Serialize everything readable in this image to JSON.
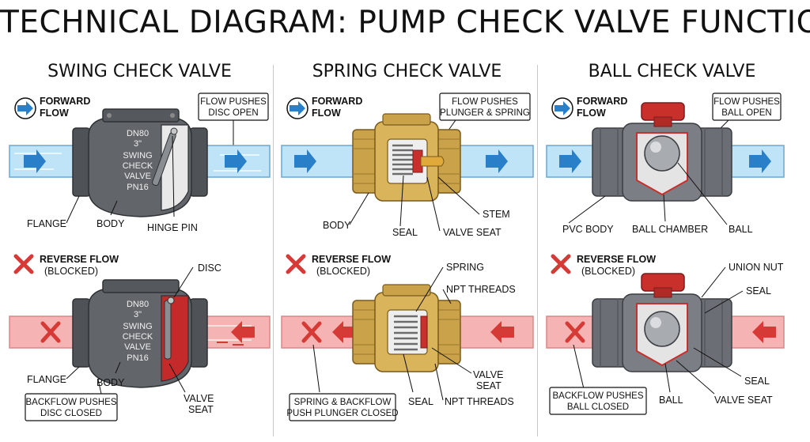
{
  "title": "TECHNICAL DIAGRAM: PUMP CHECK VALVE FUNCTION",
  "colors": {
    "water": "#bfe3f7",
    "backflow": "#f6b3b3",
    "arrow_blue": "#2a7fc9",
    "arrow_red": "#d63a36",
    "iron": "#5d6166",
    "brass": "#c9a24a",
    "pvc": "#6b6f75",
    "handle": "#c9302c"
  },
  "panels": [
    {
      "title": "SWING CHECK VALVE",
      "forward": {
        "label1": "FORWARD",
        "label2": "FLOW",
        "callout1": "FLOW PUSHES",
        "callout2": "DISC OPEN",
        "labels": [
          "FLANGE",
          "BODY",
          "HINGE PIN"
        ]
      },
      "casting": [
        "DN80",
        "3\"",
        "SWING",
        "CHECK",
        "VALVE",
        "PN16"
      ],
      "reverse": {
        "label1": "REVERSE FLOW",
        "label2": "(BLOCKED)",
        "callout1": "BACKFLOW PUSHES",
        "callout2": "DISC CLOSED",
        "labels": [
          "DISC",
          "FLANGE",
          "BODY",
          "VALVE",
          "SEAT"
        ]
      }
    },
    {
      "title": "SPRING CHECK VALVE",
      "forward": {
        "label1": "FORWARD",
        "label2": "FLOW",
        "callout1": "FLOW PUSHES",
        "callout2": "PLUNGER & SPRING",
        "labels": [
          "BODY",
          "SEAL",
          "STEM",
          "VALVE SEAT"
        ]
      },
      "reverse": {
        "label1": "REVERSE FLOW",
        "label2": "(BLOCKED)",
        "callout1": "SPRING & BACKFLOW",
        "callout2": "PUSH PLUNGER CLOSED",
        "labels": [
          "SPRING",
          "NPT THREADS",
          "VALVE",
          "SEAT",
          "SEAL",
          "NPT THREADS"
        ]
      }
    },
    {
      "title": "BALL CHECK VALVE",
      "forward": {
        "label1": "FORWARD",
        "label2": "FLOW",
        "callout1": "FLOW PUSHES",
        "callout2": "BALL OPEN",
        "labels": [
          "PVC BODY",
          "BALL CHAMBER",
          "BALL"
        ]
      },
      "reverse": {
        "label1": "REVERSE FLOW",
        "label2": "(BLOCKED)",
        "callout1": "BACKFLOW PUSHES",
        "callout2": "BALL CLOSED",
        "labels": [
          "UNION NUT",
          "SEAL",
          "SEAL",
          "BALL",
          "VALVE SEAT"
        ]
      }
    }
  ]
}
